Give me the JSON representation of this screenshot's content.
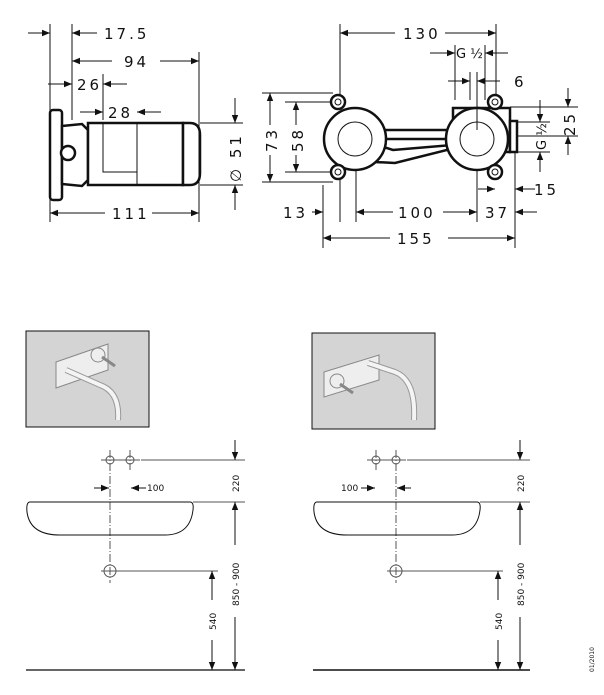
{
  "side_view": {
    "dims": {
      "d17_5": "17.5",
      "d94": "94",
      "d26": "26",
      "d28": "28",
      "d51": "∅ 51",
      "d111": "111"
    }
  },
  "front_view": {
    "dims": {
      "d130": "130",
      "g_half_top": "G ½",
      "d6": "6",
      "d73": "73",
      "d58": "58",
      "d25": "25",
      "g_half_side": "G ½",
      "d15": "15",
      "d13": "13",
      "d100": "100",
      "d37": "37",
      "d155": "155"
    }
  },
  "install_left": {
    "d100": "100",
    "d220": "220",
    "d850_900": "850 - 900",
    "d540": "540"
  },
  "install_right": {
    "d100": "100",
    "d220": "220",
    "d850_900": "850 - 900",
    "d540": "540"
  },
  "footer": {
    "date": "01/2010"
  }
}
